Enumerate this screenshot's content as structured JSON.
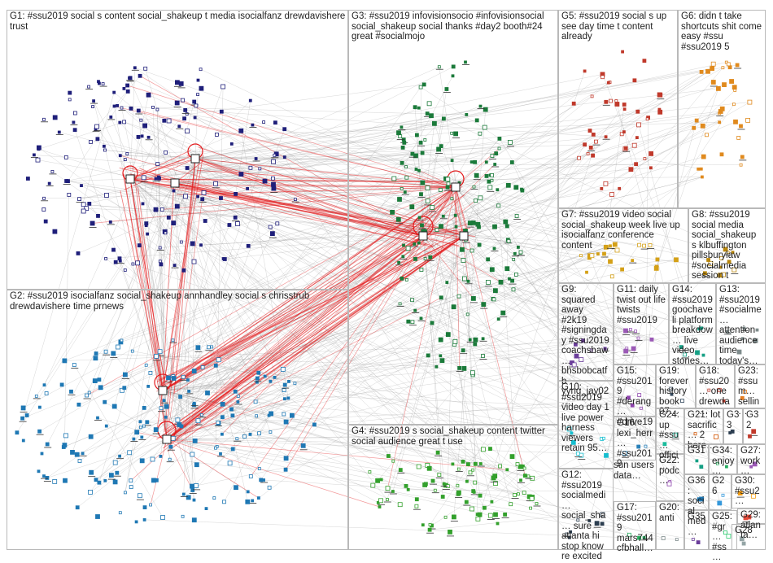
{
  "groups": [
    {
      "id": "G1",
      "label": "G1: #ssu2019 social s content social_shakeup t media isocialfanz drewdavishere trust",
      "color": "#1f1f7a"
    },
    {
      "id": "G2",
      "label": "G2: #ssu2019 isocialfanz social_shakeup annhandley social s chrisstrub drewdavishere time prnews",
      "color": "#1f78b4"
    },
    {
      "id": "G3",
      "label": "G3: #ssu2019 infovisionsocio #infovisionsocial social_shakeup social thanks #day2 booth#24 great #socialmojo",
      "color": "#1b7a3a"
    },
    {
      "id": "G4",
      "label": "G4: #ssu2019 s social_shakeup content twitter social audience great t use",
      "color": "#33a02c"
    },
    {
      "id": "G5",
      "label": "G5: #ssu2019 social s up see day time t content already",
      "color": "#c0392b"
    },
    {
      "id": "G6",
      "label": "G6: didn t take shortcuts shit come easy #ssu #ssu2019 5",
      "color": "#e08a1e"
    },
    {
      "id": "G7",
      "label": "G7: #ssu2019 video social social_shakeup week live up isocialfanz conference content",
      "color": "#d4a017"
    },
    {
      "id": "G8",
      "label": "G8: #ssu2019 social media social_shakeup s klbuffington pillsburylaw #socialmedia session t",
      "color": "#b8860b"
    },
    {
      "id": "G9",
      "label": "G9: squared away #2k19 #signingday #ssu2019 coachshaw… bhsbobcatfb yyng_jay02…",
      "color": "#6a3d9a"
    },
    {
      "id": "G10",
      "label": "G10: #ssu2019 video day 1 live power harness viewers retain 95…",
      "color": "#17becf"
    },
    {
      "id": "G11",
      "label": "G11: daily twist out life twists #ssu2019",
      "color": "#9b59b6"
    },
    {
      "id": "G12",
      "label": "G12: #ssu2019 socialmedi… social_sha… sure atlanta hi stop know re excited",
      "color": "#2c3e50"
    },
    {
      "id": "G13",
      "label": "G13: #ssu2019 #socialme… attention audience time today's…",
      "color": "#7f8c8d"
    },
    {
      "id": "G14",
      "label": "G14: #ssu2019 goochaveli platform breakdow… live video stories…",
      "color": "#16a085"
    },
    {
      "id": "G15",
      "label": "G15: #ssu2019 #derang… #drive19",
      "color": "#8e44ad"
    },
    {
      "id": "G16",
      "label": "G16: lexi_herr… #ssu2019",
      "color": "#2980b9"
    },
    {
      "id": "G17",
      "label": "G17: #ssu2019 mars744 cfbhall…",
      "color": "#27ae60"
    },
    {
      "id": "G18",
      "label": "G18: #ssu20… one drewda…",
      "color": "#c0392b"
    },
    {
      "id": "G19",
      "label": "G19: forever history book 07…",
      "color": "#34495e"
    },
    {
      "id": "G20",
      "label": "G20: anti",
      "color": "#7f8c8d"
    },
    {
      "id": "G21",
      "label": "G21: lot sacrific… 2 here…",
      "color": "#d35400"
    },
    {
      "id": "G22",
      "label": "G22: podc…",
      "color": "#8e44ad"
    },
    {
      "id": "G23",
      "label": "G23: #ssu m… sellin…",
      "color": "#e67e22"
    },
    {
      "id": "G24",
      "label": "G24: up #ssu… offici…",
      "color": "#1abc9c"
    },
    {
      "id": "G25",
      "label": "G25: #gr… #ss…",
      "color": "#2ecc71"
    },
    {
      "id": "G26",
      "label": "G26",
      "color": "#3498db"
    },
    {
      "id": "G27",
      "label": "G27: work…",
      "color": "#9b59b6"
    },
    {
      "id": "G28",
      "label": "G28",
      "color": "#95a5a6"
    },
    {
      "id": "G29",
      "label": "G29: atlanta…",
      "color": "#e74c3c"
    },
    {
      "id": "G30",
      "label": "G30: #ssu2…",
      "color": "#f39c12"
    },
    {
      "id": "G31",
      "label": "G31",
      "color": "#16a085"
    },
    {
      "id": "G32",
      "label": "G32",
      "color": "#c0392b"
    },
    {
      "id": "G33",
      "label": "G33",
      "color": "#2c3e50"
    },
    {
      "id": "G34",
      "label": "G34: enjoy…",
      "color": "#27ae60"
    },
    {
      "id": "G35",
      "label": "G35",
      "color": "#6a3d9a"
    },
    {
      "id": "G36",
      "label": "G36: social med…",
      "color": "#1f78b4"
    }
  ],
  "sun_users_data": "sun users data…"
}
